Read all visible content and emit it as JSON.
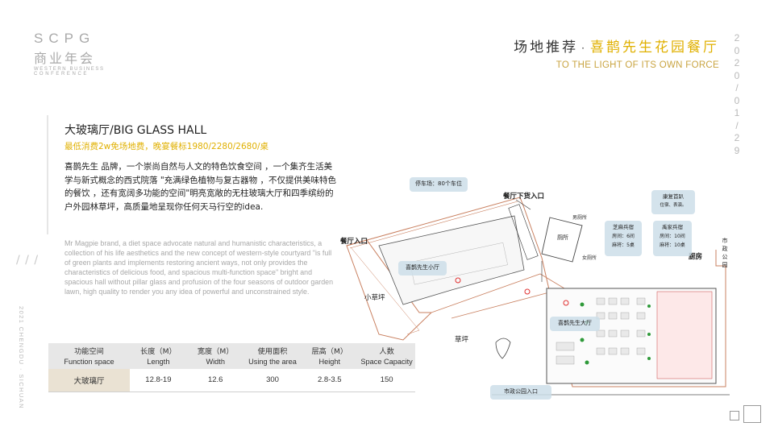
{
  "logo": {
    "scpg": "SCPG",
    "cn": "商业年会",
    "en1": "WESTERN BUSINESS",
    "en2": "CONFERENCE"
  },
  "header": {
    "title_part1": "场地推荐",
    "separator": "·",
    "title_part2": "喜鹊先生花园餐厅",
    "subtitle": "TO THE LIGHT OF ITS OWN FORCE",
    "date_vertical": [
      "2",
      "0",
      "2",
      "0",
      "/",
      "0",
      "1",
      "/",
      "2",
      "9"
    ]
  },
  "side": {
    "slashes": "/ / /",
    "city": "2021 CHENGDU · SICHUAN"
  },
  "hall": {
    "title": "大玻璃厅/BIG GLASS HALL",
    "price": "最低消费2w免场地费，晚宴餐标1980/2280/2680/桌",
    "desc_cn": "喜鹊先生 品牌，一个崇尚自然与人文的特色饮食空间 ，一个集齐生活美学与新式概念的西式院落 \"充满绿色植物与复古器物 ，不仅提供美味特色的餐饮 ，还有宽阔多功能的空间\"明亮宽敞的无柱玻璃大厅和四季缤纷的户外园林草坪，高质量地呈现你任何天马行空的idea.",
    "desc_en": "Mr Magpie brand, a diet space advocate natural and humanistic characteristics, a collection of his life aesthetics and the new concept of western-style courtyard \"is full of green plants and implements restoring ancient ways, not only provides the characteristics of delicious food, and spacious multi-function space\" bright and spacious hall without pillar glass and profusion of the four seasons of outdoor garden lawn, high quality to render you any idea of powerful and unconstrained style."
  },
  "table": {
    "headers": [
      {
        "cn": "功能空间",
        "en": "Function space"
      },
      {
        "cn": "长度（M）",
        "en": "Length"
      },
      {
        "cn": "宽度（M）",
        "en": "Width"
      },
      {
        "cn": "使用面积",
        "en": "Using the area"
      },
      {
        "cn": "层高（M）",
        "en": "Height"
      },
      {
        "cn": "人数",
        "en": "Space Capacity"
      }
    ],
    "row": [
      "大玻璃厅",
      "12.8-19",
      "12.6",
      "300",
      "2.8-3.5",
      "150"
    ]
  },
  "map": {
    "parking": "停车场：80个车位",
    "delivery_entrance": "餐厅下货入口",
    "restaurant_entrance": "餐厅入口",
    "small_hall": "喜鹊先生小厅",
    "small_lawn": "小草坪",
    "lawn": "草坪",
    "big_hall": "喜鹊先生大厅",
    "kitchen": "厨房",
    "municipal_entrance": "市政公园入口",
    "municipal_park": [
      "市",
      "政",
      "公",
      "园"
    ],
    "toilet": "厕所",
    "male_toilet": "男厕所",
    "female_toilet": "女厕所",
    "lounge": {
      "title": "康复首趴",
      "sub": "住宿、表演。"
    },
    "room_a": {
      "title": "芝麻兵宿",
      "line1": "房间：6间",
      "line2": "麻将：5桌"
    },
    "room_b": {
      "title": "禹家兵宿",
      "line1": "房间：10间",
      "line2": "麻将：10桌"
    }
  }
}
